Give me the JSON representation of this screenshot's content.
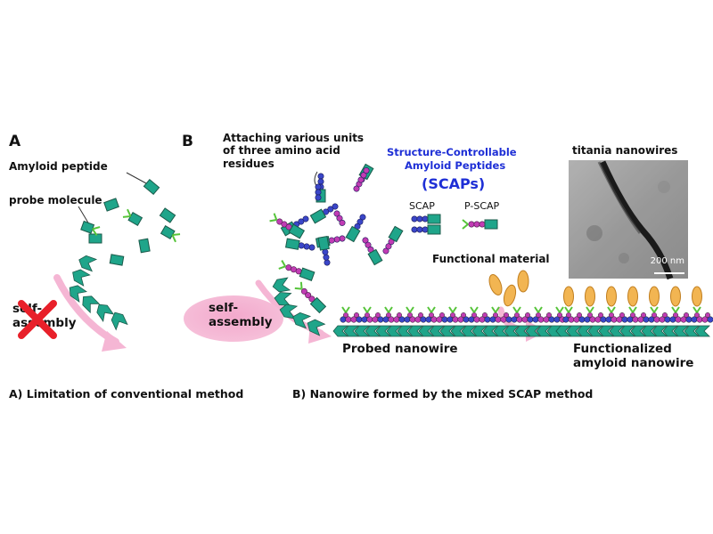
{
  "panel_a": {
    "letter": "A",
    "amyloid_label": "Amyloid peptide",
    "probe_label": "probe molecule",
    "self_assembly_label": "self-\nassembly",
    "caption": "A) Limitation of conventional method"
  },
  "panel_b": {
    "letter": "B",
    "attaching_label": "Attaching various units\nof three amino acid\nresidues",
    "scaps_title_line1": "Structure-Controllable",
    "scaps_title_line2": "Amyloid Peptides",
    "scaps_abbrev": "(SCAPs)",
    "scap_label": "SCAP",
    "pscap_label": "P-SCAP",
    "titania_label": "titania nanowires",
    "scale_bar_label": "200 nm",
    "functional_label": "Functional material",
    "self_assembly_label": "self-\nassembly",
    "probed_label": "Probed nanowire",
    "functionalized_label": "Functionalized\namyloid nanowire",
    "caption": "B) Nanowire formed by the mixed SCAP method"
  },
  "colors": {
    "peptide_teal": "#1fa58a",
    "peptide_dark": "#1b5a4a",
    "residue_blue": "#3a46c8",
    "residue_magenta": "#c13cb4",
    "probe_green": "#56c43a",
    "functional_orange": "#f2b552",
    "arrow_pink": "#f5b6d4",
    "cross_red": "#e8202a",
    "title_blue": "#1e2fd6"
  }
}
